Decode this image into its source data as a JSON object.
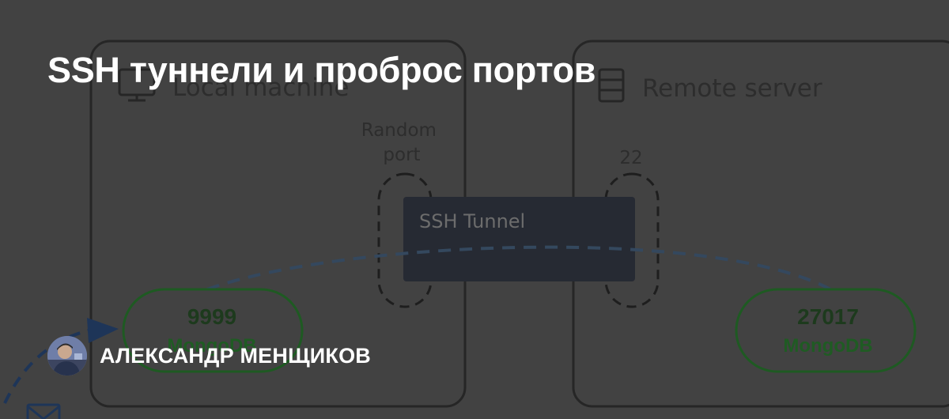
{
  "title": "SSH туннели и проброс портов",
  "author": {
    "name": "АЛЕКСАНДР МЕНЩИКОВ"
  },
  "diagram": {
    "local_machine_label": "Local machine",
    "remote_server_label": "Remote server",
    "random_port_caption_line1": "Random",
    "random_port_caption_line2": "port",
    "ssh_port_caption": "22",
    "tunnel_label": "SSH Tunnel",
    "local_pill": {
      "port": "9999",
      "service": "MongoDB"
    },
    "remote_pill": {
      "port": "27017",
      "service": "MongoDB"
    }
  },
  "colors": {
    "background": "#424242",
    "box_border": "#262626",
    "tunnel_fill": "#262a33",
    "flow_line": "#34485e",
    "arrow": "#1e3558",
    "pill_border": "#1e5a22"
  },
  "icons": [
    "monitor-icon",
    "server-icon",
    "mail-icon"
  ]
}
